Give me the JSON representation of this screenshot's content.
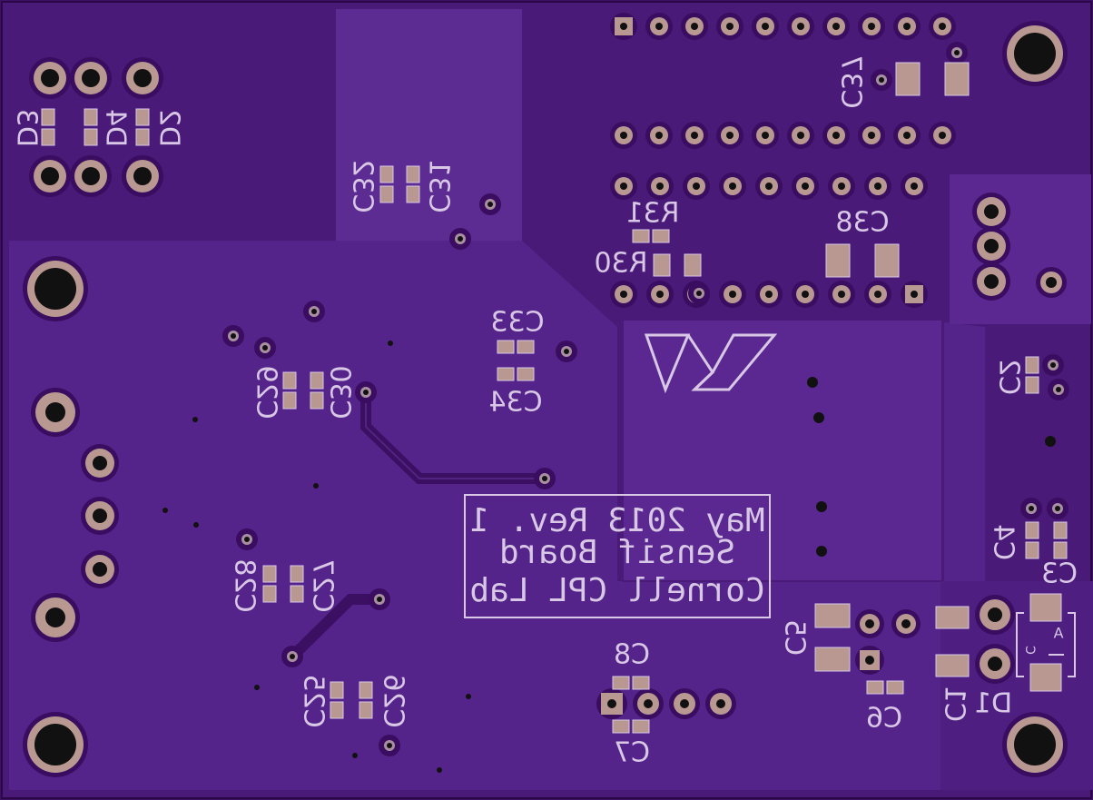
{
  "board_label": {
    "line1": "Cornell CPL Lab",
    "line2": "Sensif Board",
    "line3": "May 2013 Rev. 1"
  },
  "refdes": {
    "D3": "D3",
    "D4": "D4",
    "D2": "D2",
    "C32": "C32",
    "C31": "C31",
    "C37": "C37",
    "R31": "R31",
    "R30": "R30",
    "C38": "C38",
    "C33": "C33",
    "C34": "C34",
    "C29": "C29",
    "C30": "C30",
    "C28": "C28",
    "C27": "C27",
    "C25": "C25",
    "C26": "C26",
    "C8": "C8",
    "C7": "C7",
    "C5": "C5",
    "C6": "C6",
    "C2": "C2",
    "C4": "C4",
    "C3": "C3",
    "C1": "C1",
    "D1": "D1",
    "polarity_A": "A",
    "polarity_C": "C"
  },
  "colors": {
    "board": "#4a1a78",
    "pour": "#5a2890",
    "pour_light": "#6a389e",
    "silkscreen": "#d8c8e6",
    "copper_pad": "#b89890",
    "hole": "#111111"
  }
}
